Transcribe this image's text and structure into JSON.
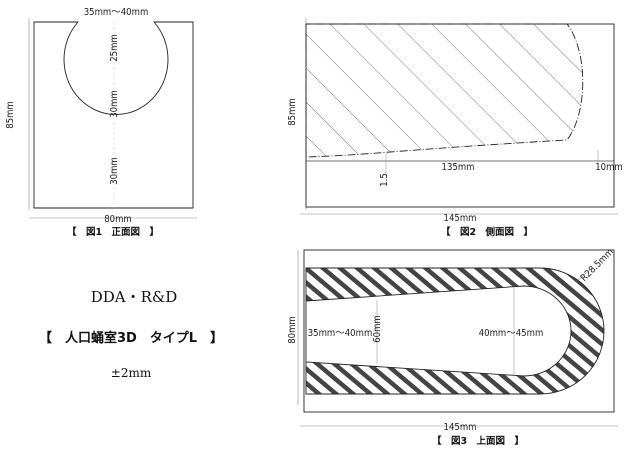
{
  "figure1": {
    "caption": "【　図1　正面図　】",
    "top_dim": "35mm～40mm",
    "left_dim": "85mm",
    "bottom_dim": "80mm",
    "v_labels": [
      "25mm",
      "30mm",
      "30mm"
    ]
  },
  "figure2": {
    "caption": "【　図2　側面図　】",
    "left_dim": "85mm",
    "bottom_dim": "145mm",
    "mid_dim": "135mm",
    "right_dim": "10mm",
    "small_dim": "1.5"
  },
  "figure3": {
    "caption": "【　図3　上面図　】",
    "left_dim": "80mm",
    "bottom_dim": "145mm",
    "left_label": "35mm～40mm",
    "v_label": "60mm",
    "right_label": "40mm～45mm",
    "radius_label": "R28.5mm"
  },
  "info": {
    "company": "DDA・R&D",
    "product": "【　人口蛹室3D　タイプL　】",
    "tolerance": "±2mm"
  }
}
